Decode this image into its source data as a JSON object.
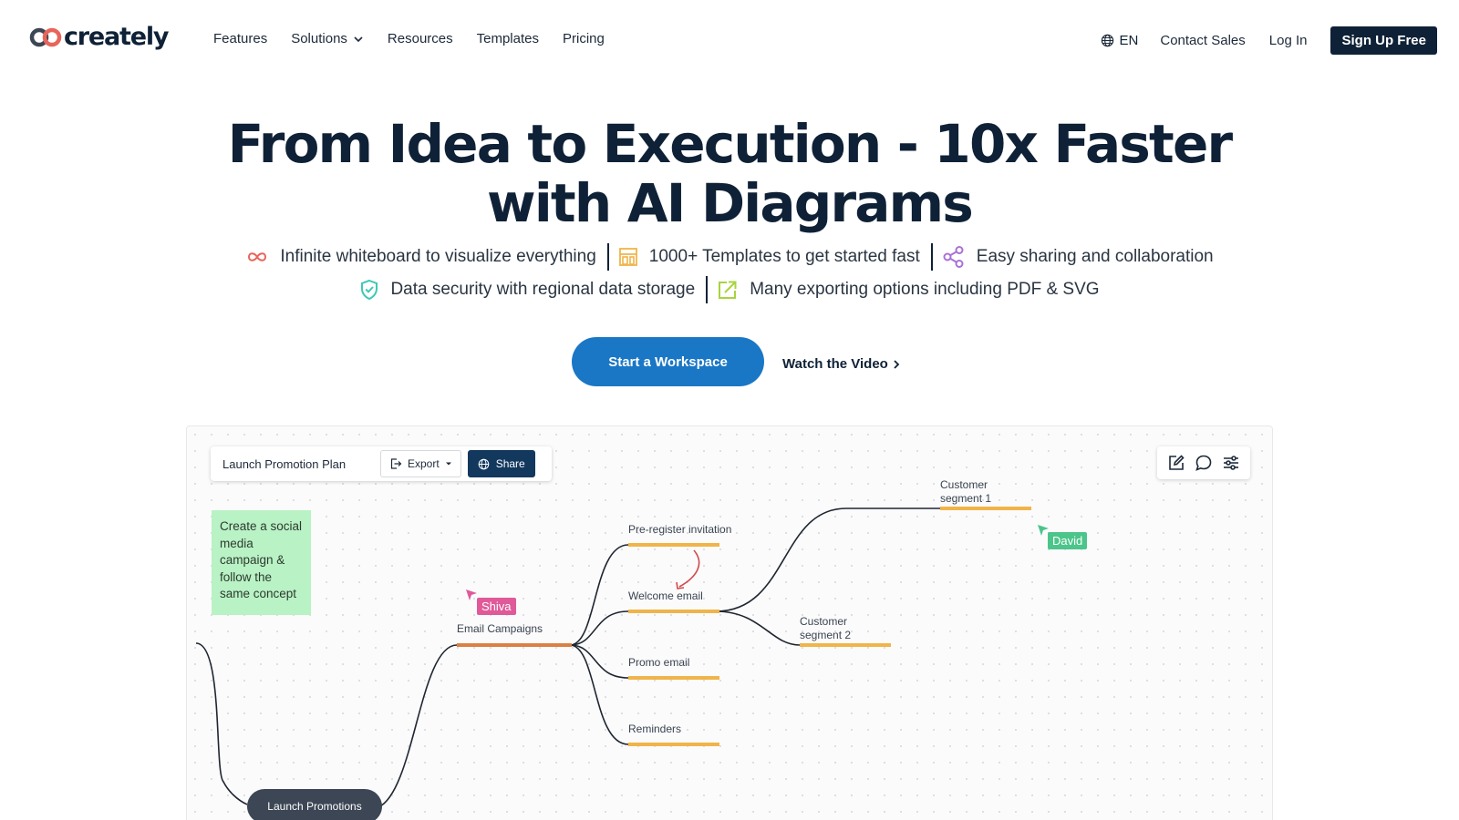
{
  "nav": {
    "logo_text": "creately",
    "links": [
      {
        "label": "Features"
      },
      {
        "label": "Solutions"
      },
      {
        "label": "Resources"
      },
      {
        "label": "Templates"
      },
      {
        "label": "Pricing"
      }
    ],
    "lang": "EN",
    "contact": "Contact Sales",
    "login": "Log In",
    "signup": "Sign Up Free"
  },
  "hero": {
    "title_line1": "From Idea to Execution - 10x Faster",
    "title_line2": "with AI Diagrams",
    "features": [
      {
        "icon": "infinity-icon",
        "text": "Infinite whiteboard to visualize everything"
      },
      {
        "icon": "template-icon",
        "text": "1000+ Templates to get started fast"
      },
      {
        "icon": "share-icon",
        "text": "Easy sharing and collaboration"
      },
      {
        "icon": "shield-icon",
        "text": "Data security with regional data storage"
      },
      {
        "icon": "export-icon",
        "text": "Many exporting options including PDF & SVG"
      }
    ],
    "cta": "Start a Workspace",
    "watch": "Watch the Video"
  },
  "demo": {
    "doc_title": "Launch Promotion Plan",
    "export": "Export",
    "share": "Share",
    "sticky": "Create a social media campaign & follow the same concept",
    "cursors": {
      "shiva": "Shiva",
      "david": "David"
    },
    "nodes": {
      "root": "Launch Promotions",
      "email": "Email Campaigns",
      "preregister": "Pre-register invitation",
      "welcome": "Welcome email",
      "promo": "Promo email",
      "reminders": "Reminders",
      "seg1": "Customer segment 1",
      "seg2": "Customer segment 2"
    }
  },
  "colors": {
    "brand_navy": "#0f2136",
    "cta_blue": "#1a77c5",
    "branch_orange": "#f0b44a",
    "email_branch": "#d98044",
    "sticky_green": "#b9f2c4",
    "shiva_pink": "#e05a9a",
    "david_green": "#4cc58a"
  }
}
